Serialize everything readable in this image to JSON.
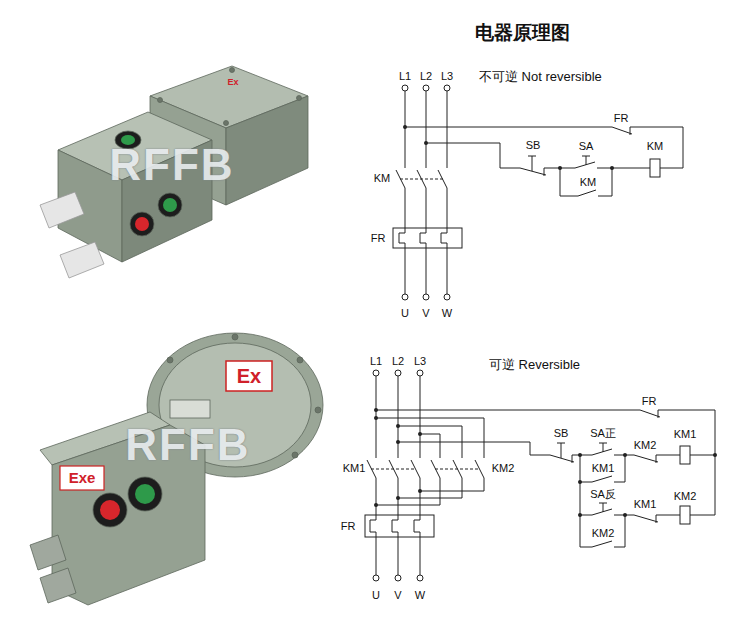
{
  "diagram": {
    "title": "电器原理图",
    "labels": [
      "Ex",
      "RFFB",
      "Ex",
      "Exe",
      "RFFB",
      "L1",
      "L2",
      "L3",
      "不可逆 Not reversible",
      "FR",
      "SB",
      "SA",
      "KM",
      "KM",
      "KM",
      "FR",
      "U",
      "V",
      "W",
      "L1",
      "L2",
      "L3",
      "可逆 Reversible",
      "FR",
      "SB",
      "SA正",
      "KM2",
      "KM1",
      "KM1",
      "KM2",
      "KM1",
      "SA反",
      "KM1",
      "KM2",
      "KM2",
      "FR",
      "U",
      "V",
      "W"
    ]
  }
}
